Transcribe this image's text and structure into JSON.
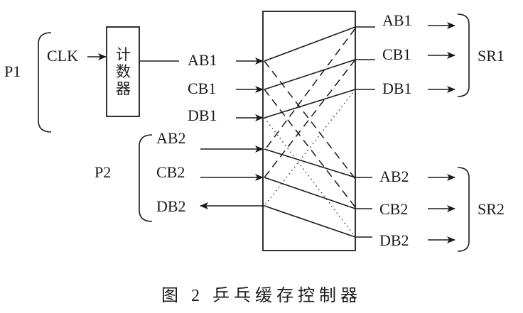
{
  "diagram": {
    "groups": {
      "p1": "P1",
      "p2": "P2",
      "sr1": "SR1",
      "sr2": "SR2"
    },
    "clk": "CLK",
    "counter": [
      "计",
      "数",
      "器"
    ],
    "p1_signals": [
      "AB1",
      "CB1",
      "DB1"
    ],
    "p2_signals": [
      "AB2",
      "CB2",
      "DB2"
    ],
    "sr1_signals": [
      "AB1",
      "CB1",
      "DB1"
    ],
    "sr2_signals": [
      "AB2",
      "CB2",
      "DB2"
    ]
  },
  "caption": "图 2   乒乓缓存控制器"
}
